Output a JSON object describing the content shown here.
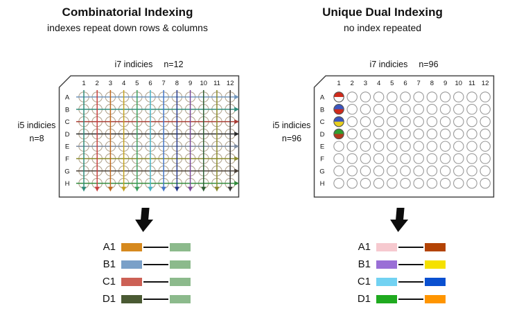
{
  "panels": [
    {
      "title": "Combinatorial Indexing",
      "subtitle": "indexes repeat down rows & columns",
      "i7_label": "i7 indicies",
      "i7_n": "n=12",
      "i5_label": "i5 indicies",
      "i5_n": "n=8",
      "columns": [
        "1",
        "2",
        "3",
        "4",
        "5",
        "6",
        "7",
        "8",
        "9",
        "10",
        "11",
        "12"
      ],
      "rows": [
        "A",
        "B",
        "C",
        "D",
        "E",
        "F",
        "G",
        "H"
      ],
      "well_stroke": "#b3a690",
      "column_arrow_colors": [
        "#2e8b7a",
        "#c94040",
        "#c06a1f",
        "#c2a21f",
        "#3aa05f",
        "#49b4c6",
        "#4477c8",
        "#24388c",
        "#7a4a9c",
        "#2f5f35",
        "#8a8a2a",
        "#3a3a3a"
      ],
      "row_arrow_colors": [
        "#6f94bb",
        "#2e8b7a",
        "#a83a32",
        "#282828",
        "#7b8aa0",
        "#8a8a2a",
        "#4a4038",
        "#2f8a3a"
      ],
      "pairs": [
        {
          "label": "A1",
          "i5_color": "#d6891e",
          "i7_color": "#8cba8c"
        },
        {
          "label": "B1",
          "i5_color": "#7aa0c8",
          "i7_color": "#8cba8c"
        },
        {
          "label": "C1",
          "i5_color": "#cc6055",
          "i7_color": "#8cba8c"
        },
        {
          "label": "D1",
          "i5_color": "#4a5a33",
          "i7_color": "#8cba8c"
        }
      ]
    },
    {
      "title": "Unique Dual Indexing",
      "subtitle": "no index repeated",
      "i7_label": "i7 indicies",
      "i7_n": "n=96",
      "i5_label": "i5 indicies",
      "i5_n": "n=96",
      "columns": [
        "1",
        "2",
        "3",
        "4",
        "5",
        "6",
        "7",
        "8",
        "9",
        "10",
        "11",
        "12"
      ],
      "rows": [
        "A",
        "B",
        "C",
        "D",
        "E",
        "F",
        "G",
        "H"
      ],
      "well_stroke": "#999999",
      "column_arrow_colors": [],
      "row_arrow_colors": [],
      "special_wells": [
        {
          "row": "A",
          "col": "1",
          "top": "#cf2a1b",
          "bottom": "#fafafa"
        },
        {
          "row": "B",
          "col": "1",
          "top": "#3b56c0",
          "bottom": "#cf2a1b"
        },
        {
          "row": "C",
          "col": "1",
          "top": "#3b56c0",
          "bottom": "#e8cf1e",
          "_": ""
        },
        {
          "row": "D",
          "col": "1",
          "top": "#2f9e2f",
          "bottom": "#b23a1e"
        }
      ],
      "pairs": [
        {
          "label": "A1",
          "i5_color": "#f6c9cf",
          "i7_color": "#b34304"
        },
        {
          "label": "B1",
          "i5_color": "#9a6fd6",
          "i7_color": "#f5e100"
        },
        {
          "label": "C1",
          "i5_color": "#72d2f2",
          "i7_color": "#0a50d0"
        },
        {
          "label": "D1",
          "i5_color": "#1faa1f",
          "i7_color": "#ff9500"
        }
      ]
    }
  ]
}
